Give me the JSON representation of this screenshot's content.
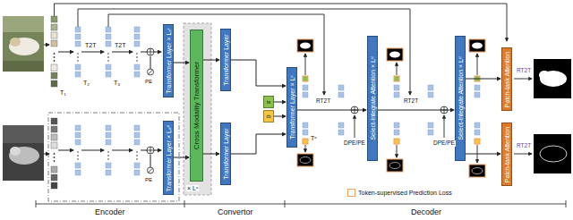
{
  "diagram": {
    "nodes": [
      {
        "text": [
          "Transformer Layer × Lₑʳ"
        ]
      },
      {
        "text": [
          "Transformer Layer × Lₑᵈ"
        ]
      },
      {
        "text": [
          "Cross Modality Transformer"
        ]
      },
      {
        "text": [
          "Transformer Layer"
        ]
      },
      {
        "text": [
          "Transformer Layer"
        ]
      },
      {
        "text": [
          "ts"
        ]
      },
      {
        "text": [
          "tb"
        ]
      },
      {
        "text": [
          "Transformer Layer × Lᶜ"
        ]
      },
      {
        "text": [
          "Select-Integrate Attention × Lᵈ"
        ]
      },
      {
        "text": [
          "Select-Integrate Attention × Lᵈ"
        ]
      },
      {
        "text": [
          "Patch-task Attention"
        ]
      },
      {
        "text": [
          "Patch-task Attention"
        ]
      }
    ],
    "edges": [
      {
        "from": 0,
        "to": 2,
        "arrow": "to"
      },
      {
        "from": 1,
        "to": 2,
        "arrow": "to"
      },
      {
        "from": 2,
        "to": 3,
        "arrow": "to"
      },
      {
        "from": 2,
        "to": 4,
        "arrow": "to"
      },
      {
        "from": 3,
        "to": 7,
        "arrow": "to"
      },
      {
        "from": 4,
        "to": 7,
        "arrow": "to"
      },
      {
        "from": 5,
        "to": 7,
        "arrow": "to"
      },
      {
        "from": 6,
        "to": 7,
        "arrow": "to"
      },
      {
        "from": 7,
        "to": 8,
        "arrow": "to"
      },
      {
        "from": 8,
        "to": 9,
        "arrow": "to"
      },
      {
        "from": 9,
        "to": 10,
        "arrow": "to"
      },
      {
        "from": 9,
        "to": 11,
        "arrow": "to"
      }
    ],
    "labels": [
      "T2T",
      "T2T",
      "T₁",
      "T₂",
      "T₃",
      "PE",
      "PE",
      "× Lᶜ",
      "Tᶜ",
      "RT2T",
      "DPE/PE",
      "RT2T",
      "DPE/PE",
      "RT2T",
      "RT2T",
      "Encoder",
      "Convertor",
      "Decoder"
    ],
    "legend": [
      {
        "text": "Token-supervised Prediction Loss"
      }
    ]
  }
}
